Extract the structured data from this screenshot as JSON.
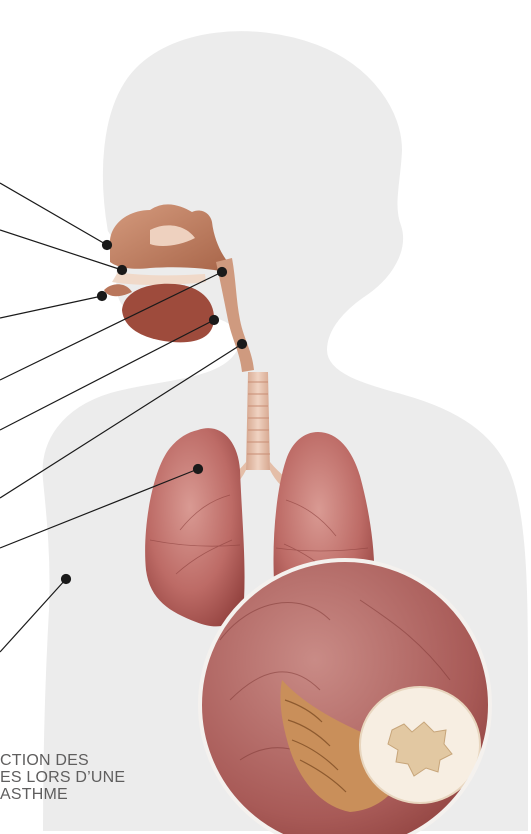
{
  "caption": {
    "line1": "CTION DES",
    "line2": "ES LORS D’UNE",
    "line3": "ASTHME"
  },
  "figure": {
    "subject": "human respiratory system",
    "inset": "constricted bronchus cross-section",
    "colors": {
      "silhouette": "#ececec",
      "silhouette_edge": "#ffffff",
      "lung": "#bd6b66",
      "lung_dark": "#9c4a47",
      "head_tissue": "#b9765b",
      "tongue": "#9e4b3c",
      "trachea": "#e4bea8",
      "leader": "#1a1a1a"
    },
    "label_pointers": [
      "nasal-cavity",
      "nostril",
      "mouth",
      "pharynx",
      "larynx",
      "esophagus",
      "lung",
      "diaphragm-area"
    ]
  }
}
